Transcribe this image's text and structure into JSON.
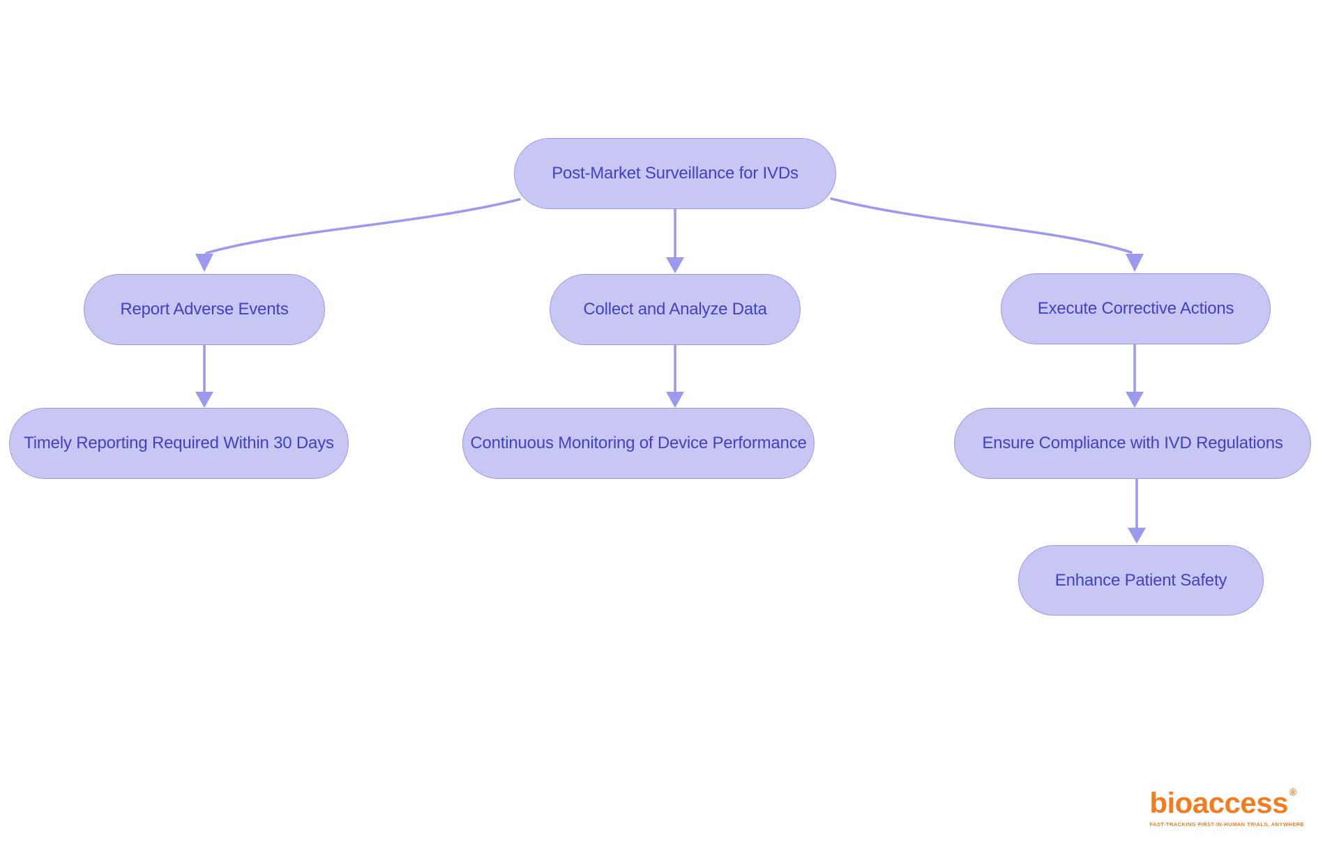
{
  "diagram": {
    "title": "Post-Market Surveillance for IVDs flowchart",
    "nodes": {
      "root": {
        "label": "Post-Market Surveillance for IVDs"
      },
      "report": {
        "label": "Report Adverse Events"
      },
      "collect": {
        "label": "Collect and Analyze Data"
      },
      "execute": {
        "label": "Execute Corrective Actions"
      },
      "timely": {
        "label": "Timely Reporting Required Within 30 Days"
      },
      "monitoring": {
        "label": "Continuous Monitoring of Device Performance"
      },
      "compliance": {
        "label": "Ensure Compliance with IVD Regulations"
      },
      "safety": {
        "label": "Enhance Patient Safety"
      }
    },
    "edges": [
      {
        "from": "Post-Market Surveillance for IVDs",
        "to": "Report Adverse Events"
      },
      {
        "from": "Post-Market Surveillance for IVDs",
        "to": "Collect and Analyze Data"
      },
      {
        "from": "Post-Market Surveillance for IVDs",
        "to": "Execute Corrective Actions"
      },
      {
        "from": "Report Adverse Events",
        "to": "Timely Reporting Required Within 30 Days"
      },
      {
        "from": "Collect and Analyze Data",
        "to": "Continuous Monitoring of Device Performance"
      },
      {
        "from": "Execute Corrective Actions",
        "to": "Ensure Compliance with IVD Regulations"
      },
      {
        "from": "Ensure Compliance with IVD Regulations",
        "to": "Enhance Patient Safety"
      }
    ],
    "colors": {
      "node_fill": "#c8c7f4",
      "node_border": "#9a98ed",
      "node_text": "#4141c8",
      "arrow": "#9b9aef",
      "background": "#ffffff"
    }
  },
  "logo": {
    "brand": "bioaccess",
    "registered_mark": "®",
    "tagline": "FAST-TRACKING FIRST-IN-HUMAN TRIALS, ANYWHERE",
    "color": "#f47c20"
  }
}
